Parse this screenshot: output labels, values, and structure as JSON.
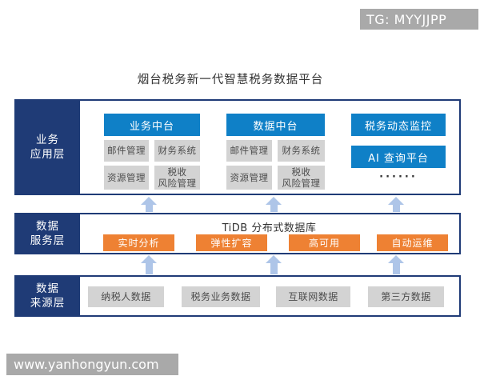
{
  "badge": {
    "text": "TG: MYYJJPP"
  },
  "watermark": {
    "text": "www.yanhongyun.com"
  },
  "title": "烟台税务新一代智慧税务数据平台",
  "colors": {
    "navy": "#1f3b76",
    "blue": "#0f80c7",
    "orange": "#ee8133",
    "graybox": "#d3d3d3",
    "arrow": "#aec5e8",
    "badge": "#a9a9a9"
  },
  "layers": [
    {
      "label": "业务\n应用层",
      "groups": [
        {
          "header": "业务中台",
          "items": [
            "邮件管理",
            "财务系统",
            "资源管理",
            "税收\n风险管理"
          ]
        },
        {
          "header": "数据中台",
          "items": [
            "邮件管理",
            "财务系统",
            "资源管理",
            "税收\n风险管理"
          ]
        },
        {
          "boxes": [
            "税务动态监控",
            "AI 查询平台"
          ],
          "more": "······"
        }
      ]
    },
    {
      "label": "数据\n服务层",
      "db_title": "TiDB 分布式数据库",
      "features": [
        "实时分析",
        "弹性扩容",
        "高可用",
        "自动运维"
      ]
    },
    {
      "label": "数据\n来源层",
      "sources": [
        "纳税人数据",
        "税务业务数据",
        "互联网数据",
        "第三方数据"
      ]
    }
  ]
}
